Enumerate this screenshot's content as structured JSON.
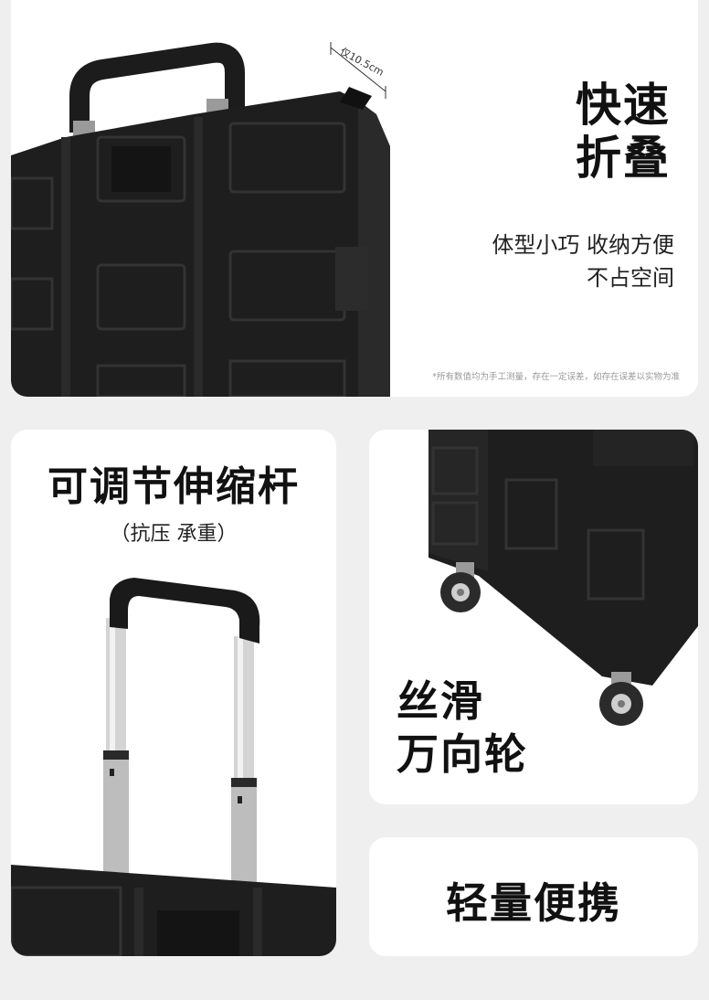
{
  "top_card": {
    "dimension_label": "仅10.5cm",
    "title_lines": [
      "快速",
      "折叠"
    ],
    "desc_lines": [
      "体型小巧 收纳方便",
      "不占空间"
    ],
    "note": "*所有数值均为手工测量，存在一定误差，如存在误差以实物为准"
  },
  "handle_card": {
    "title": "可调节伸缩杆",
    "subtitle": "（抗压 承重）"
  },
  "wheels_card": {
    "title_lines": [
      "丝滑",
      "万向轮"
    ]
  },
  "light_card": {
    "title": "轻量便携"
  },
  "colors": {
    "page_bg": "#efefef",
    "card_bg": "#ffffff",
    "product": "#1e1e1e",
    "text": "#111111"
  }
}
